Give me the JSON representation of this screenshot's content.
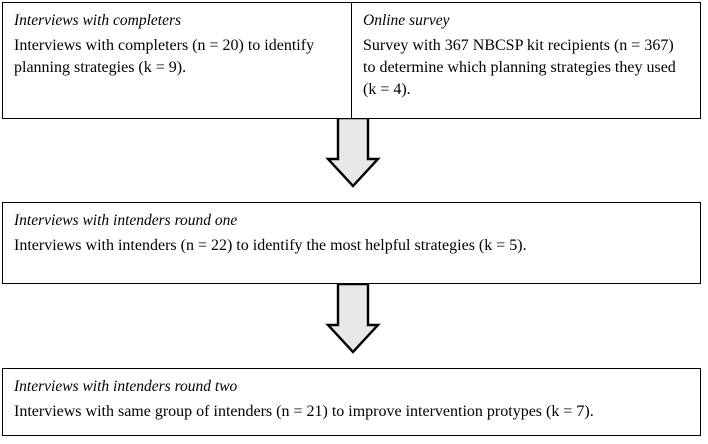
{
  "figure": {
    "type": "flowchart",
    "orientation": "top-to-bottom",
    "background_color": "#ffffff",
    "border_color": "#000000",
    "arrow_fill_color": "#e8e8e8"
  },
  "boxes": [
    {
      "id": "completers",
      "title": "Interviews with completers",
      "body": "Interviews with completers (n = 20) to identify planning strategies (k = 9)."
    },
    {
      "id": "survey",
      "title": "Online survey",
      "body": "Survey with 367 NBCSP kit recipients (n = 367) to determine which planning strategies they used (k = 4)."
    },
    {
      "id": "round_one",
      "title": "Interviews with intenders round one",
      "body": "Interviews with intenders (n = 22) to identify the most helpful strategies (k = 5)."
    },
    {
      "id": "round_two",
      "title": "Interviews with intenders round two",
      "body": "Interviews with same group of intenders (n = 21) to improve intervention protypes (k = 7)."
    }
  ],
  "arrows": [
    {
      "id": "arrow_1",
      "direction": "down",
      "from": "completers / survey",
      "to": "round_one"
    },
    {
      "id": "arrow_2",
      "direction": "down",
      "from": "round_one",
      "to": "round_two"
    }
  ]
}
